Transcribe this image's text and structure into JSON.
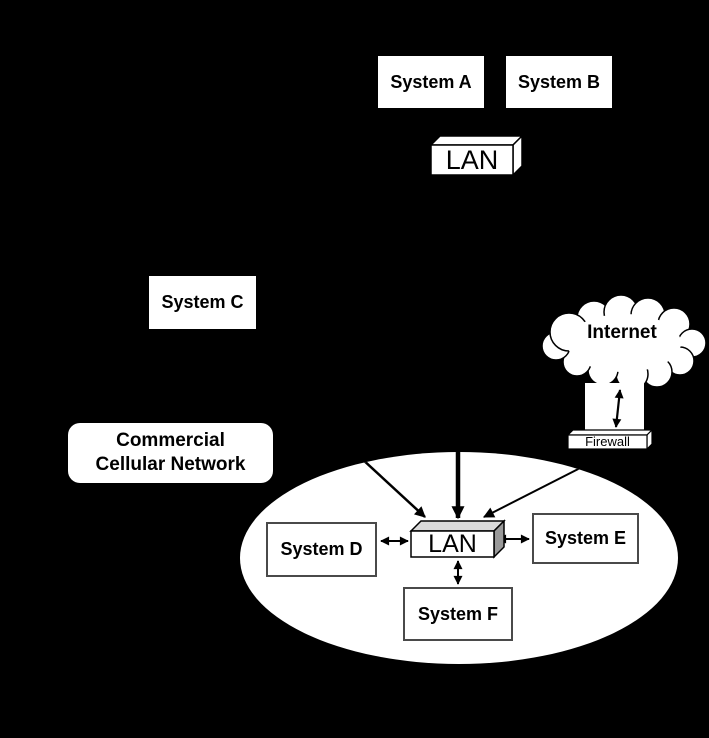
{
  "diagram": {
    "background_color": "#000000",
    "node_fill_color": "#ffffff",
    "text_color": "#000000",
    "arrow_color": "#000000",
    "enclave_fill_color": "#ffffff",
    "inner_box_border_color": "#4a4a4a",
    "lan_box_top_face_color": "#d9d9d9",
    "lan_box_side_face_color": "#999999",
    "nodes": {
      "system_a": {
        "label": "System A"
      },
      "system_b": {
        "label": "System B"
      },
      "system_c": {
        "label": "System C"
      },
      "system_d": {
        "label": "System D"
      },
      "system_e": {
        "label": "System E"
      },
      "system_f": {
        "label": "System F"
      },
      "lan_top": {
        "label": "LAN"
      },
      "lan_enclave": {
        "label": "LAN"
      },
      "internet_cloud": {
        "label": "Internet"
      },
      "firewall": {
        "label": "Firewall"
      },
      "cellular_network": {
        "line1": "Commercial",
        "line2": "Cellular Network"
      }
    }
  }
}
